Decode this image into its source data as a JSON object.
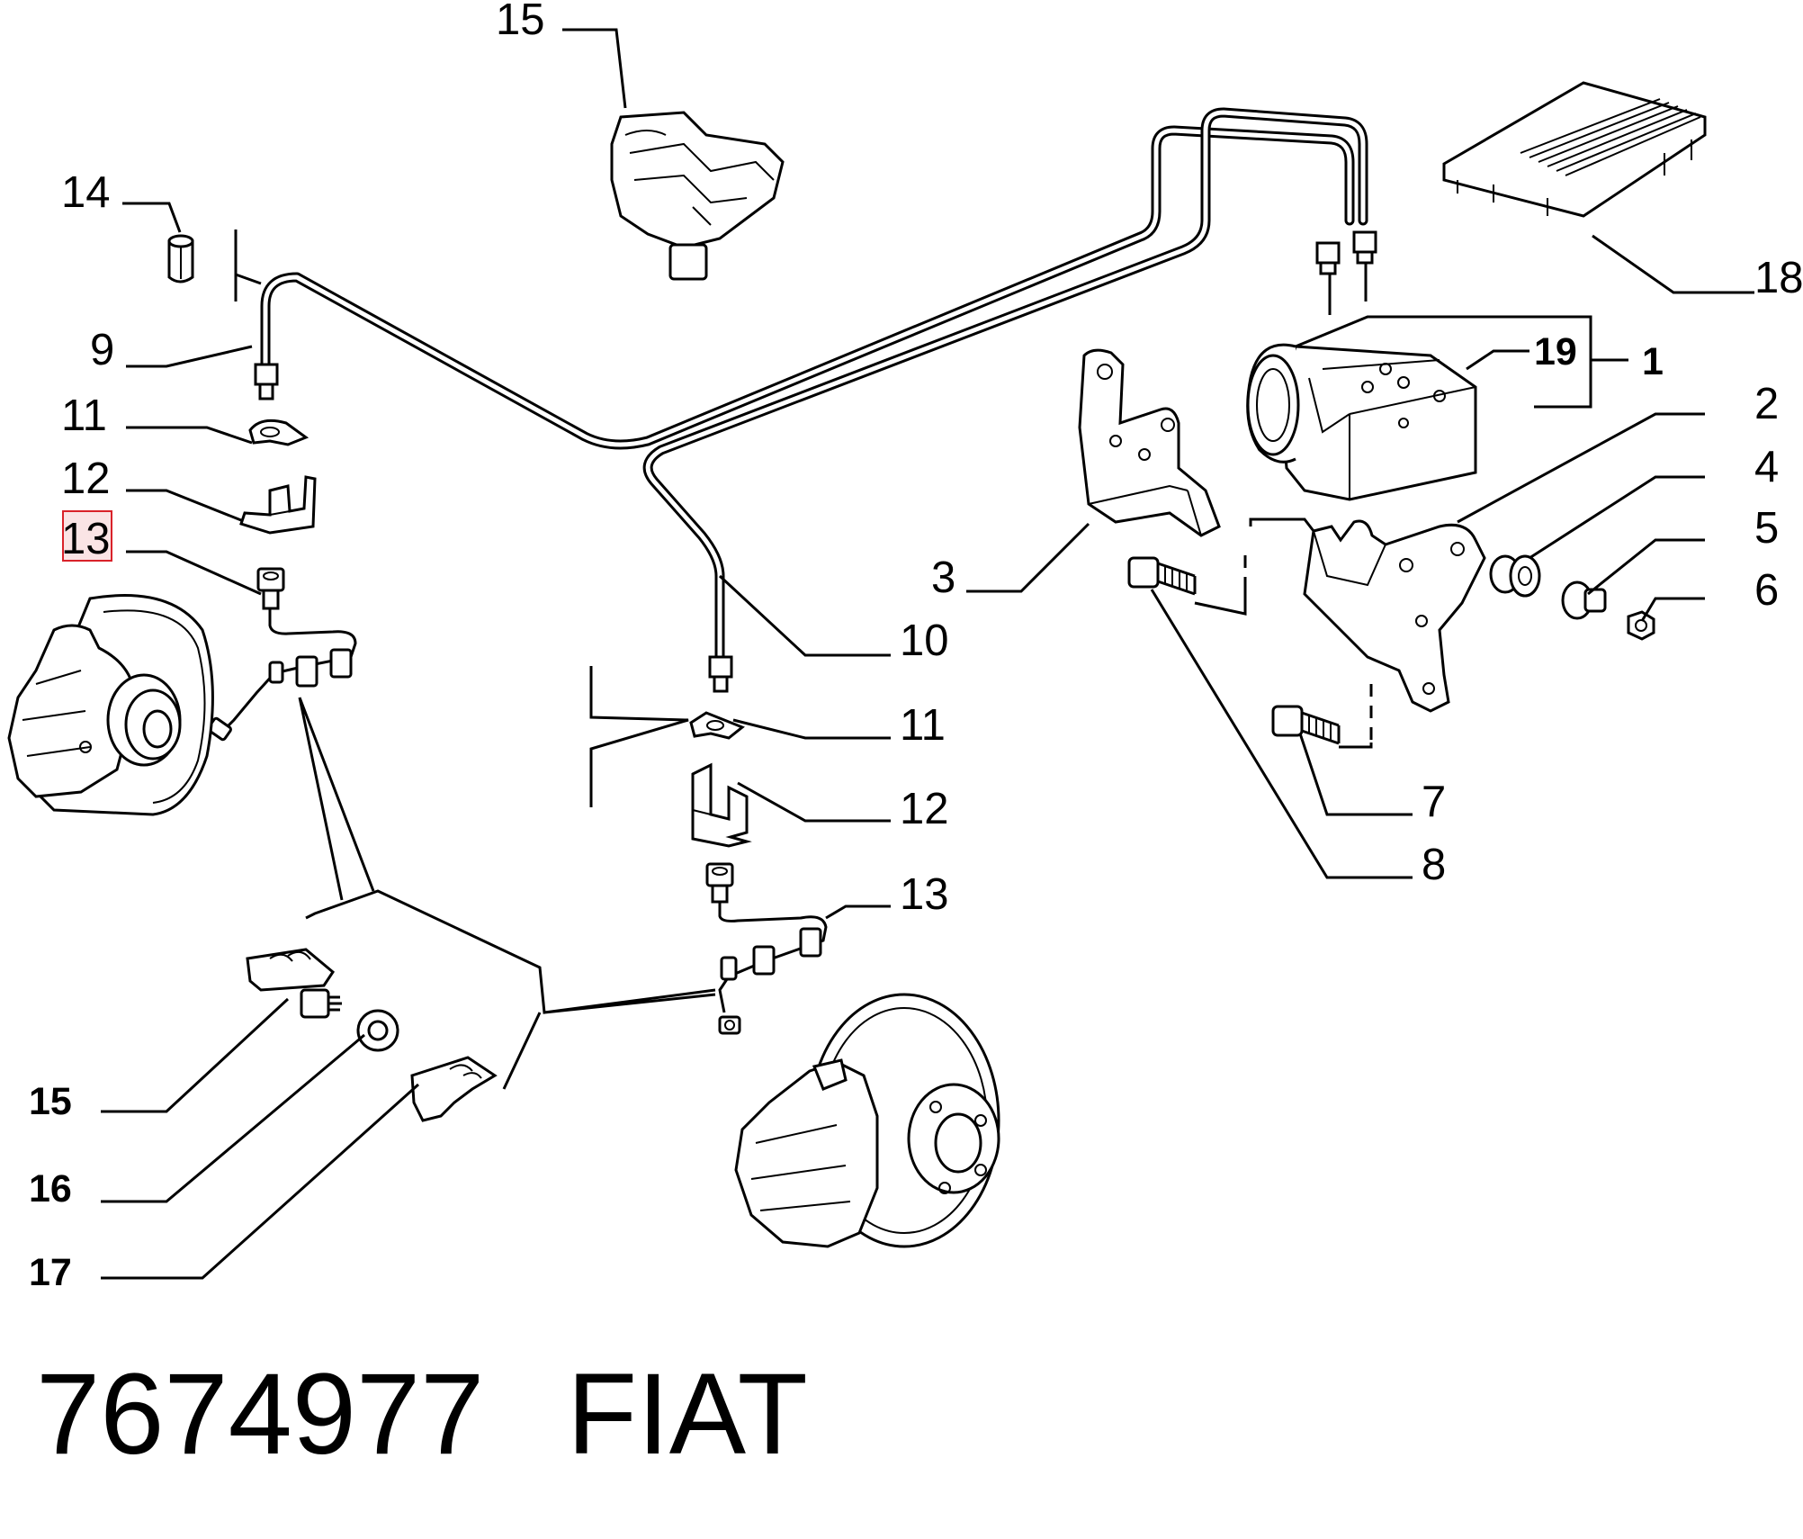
{
  "diagram": {
    "labels": {
      "l15_top": "15",
      "l14": "14",
      "l9": "9",
      "l11_left": "11",
      "l12_left": "12",
      "l13_left": "13",
      "l18": "18",
      "l19": "19",
      "l1": "1",
      "l2": "2",
      "l4": "4",
      "l5": "5",
      "l6": "6",
      "l3": "3",
      "l10": "10",
      "l11_mid": "11",
      "l12_mid": "12",
      "l13_mid": "13",
      "l7": "7",
      "l8": "8",
      "l15_bottom": "15",
      "l16": "16",
      "l17": "17"
    },
    "highlighted_label": "l13_left",
    "colors": {
      "highlight": "#d9222a",
      "ink": "#000000"
    }
  },
  "footer": {
    "part_number": "7674977",
    "brand": "FIAT"
  }
}
